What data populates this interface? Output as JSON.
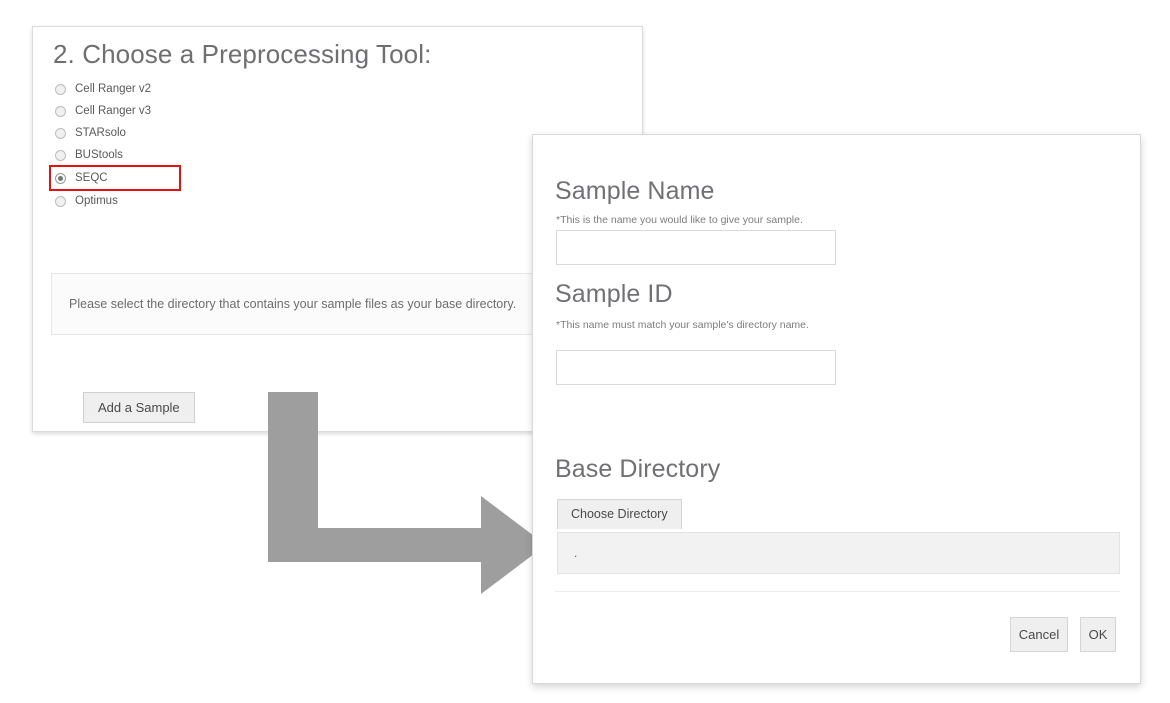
{
  "tool_panel": {
    "title": "2. Choose a Preprocessing Tool:",
    "options": [
      {
        "label": "Cell Ranger v2",
        "checked": false,
        "highlighted": false
      },
      {
        "label": "Cell Ranger v3",
        "checked": false,
        "highlighted": false
      },
      {
        "label": "STARsolo",
        "checked": false,
        "highlighted": false
      },
      {
        "label": "BUStools",
        "checked": false,
        "highlighted": false
      },
      {
        "label": "SEQC",
        "checked": true,
        "highlighted": true
      },
      {
        "label": "Optimus",
        "checked": false,
        "highlighted": false
      }
    ],
    "info_text": "Please select the directory that contains your sample files as your base directory.",
    "add_sample_label": "Add a Sample",
    "highlight_color": "#e81111"
  },
  "annotation": {
    "arrow_name": "elbow-arrow",
    "arrow_color": "#9e9e9e"
  },
  "dialog": {
    "sample_name": {
      "heading": "Sample Name",
      "hint": "*This is the name you would like to give your sample.",
      "value": "",
      "placeholder": ""
    },
    "sample_id": {
      "heading": "Sample ID",
      "hint": "*This name must match your sample's directory name.",
      "value": "",
      "placeholder": ""
    },
    "base_directory": {
      "heading": "Base Directory",
      "choose_label": "Choose Directory",
      "value": ".",
      "placeholder": ""
    },
    "actions": {
      "cancel_label": "Cancel",
      "ok_label": "OK"
    }
  }
}
